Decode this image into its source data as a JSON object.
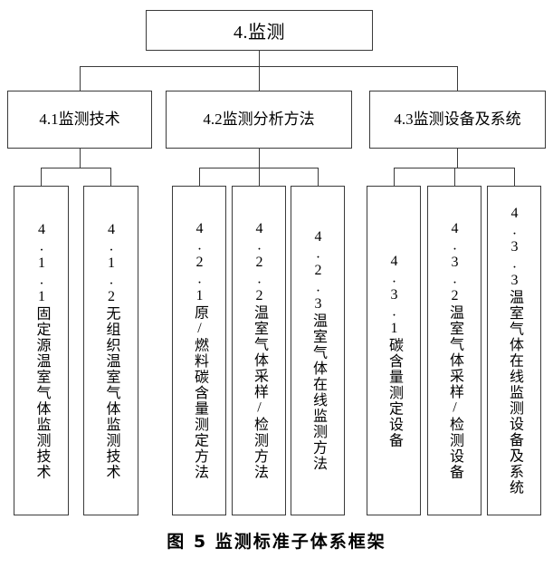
{
  "figure": {
    "caption": "图 5 监测标准子体系框架",
    "background_color": "#ffffff",
    "line_color": "#3a3a3a",
    "text_color": "#000000"
  },
  "tree": {
    "root": {
      "label": "4.监测"
    },
    "level2": [
      {
        "label": "4.1监测技术"
      },
      {
        "label": "4.2监测分析方法"
      },
      {
        "label": "4.3监测设备及系统"
      }
    ],
    "leaves": [
      {
        "label": "4.1.1固定源温室气体监测技术",
        "parent": "4.1监测技术"
      },
      {
        "label": "4.1.2无组织温室气体监测技术",
        "parent": "4.1监测技术"
      },
      {
        "label": "4.2.1原/燃料碳含量测定方法",
        "parent": "4.2监测分析方法"
      },
      {
        "label": "4.2.2温室气体采样/检测方法",
        "parent": "4.2监测分析方法"
      },
      {
        "label": "4.2.3温室气体在线监测方法",
        "parent": "4.2监测分析方法"
      },
      {
        "label": "4.3.1碳含量测定设备",
        "parent": "4.3监测设备及系统"
      },
      {
        "label": "4.3.2温室气体采样/检测设备",
        "parent": "4.3监测设备及系统"
      },
      {
        "label": "4.3.3温室气体在线监测设备及系统",
        "parent": "4.3监测设备及系统"
      }
    ]
  }
}
